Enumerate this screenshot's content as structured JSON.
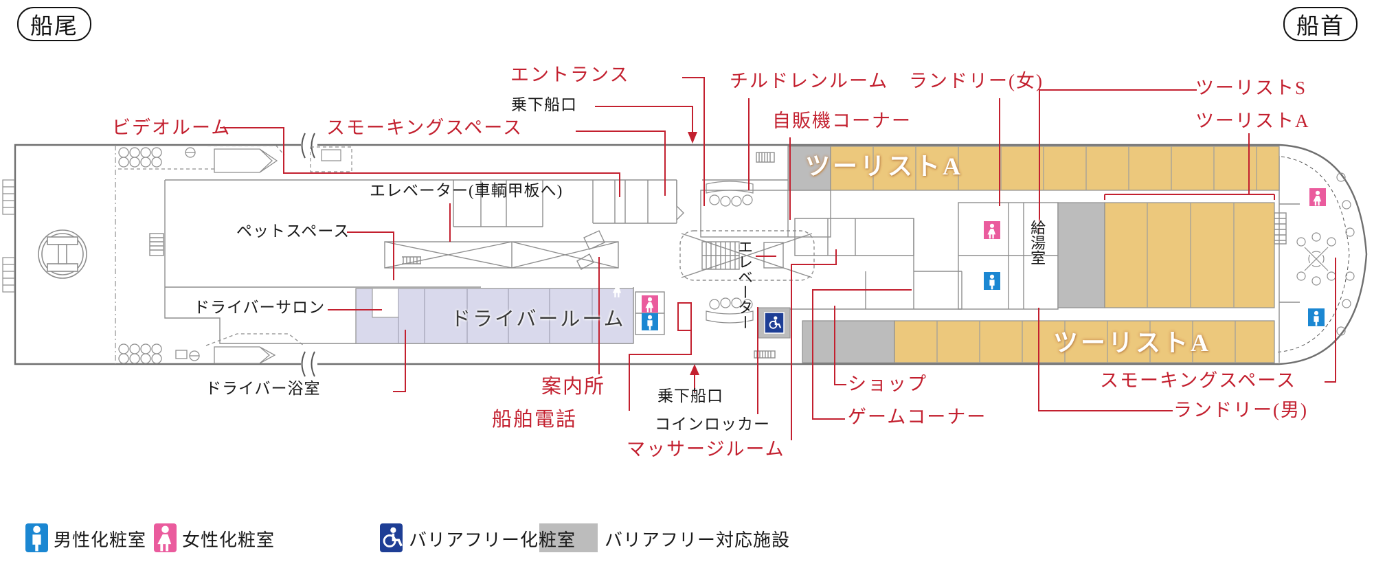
{
  "orientation": {
    "stern": "船尾",
    "bow": "船首"
  },
  "rooms": {
    "video_room": "ビデオルーム",
    "smoking_space_top": "スモーキングスペース",
    "entrance": "エントランス",
    "boarding_gate_top": "乗下船口",
    "elevator_vehicle_deck": "エレベーター(車輌甲板へ)",
    "pet_space": "ペットスペース",
    "driver_salon": "ドライバーサロン",
    "driver_room": "ドライバールーム",
    "driver_bath": "ドライバー浴室",
    "children_room": "チルドレンルーム",
    "vending_corner": "自販機コーナー",
    "laundry_women": "ランドリー(女)",
    "tourist_s": "ツーリストS",
    "tourist_a": "ツーリストA",
    "tourist_a_band_top": "ツーリストA",
    "tourist_a_band_bottom": "ツーリストA",
    "information": "案内所",
    "ship_phone": "船舶電話",
    "boarding_gate_bottom": "乗下船口",
    "coin_locker": "コインロッカー",
    "massage_room": "マッサージルーム",
    "shop": "ショップ",
    "game_corner": "ゲームコーナー",
    "smoking_space_bow": "スモーキングスペース",
    "laundry_men": "ランドリー(男)",
    "elevator": "エレベーター",
    "hot_water_room": "給湯室"
  },
  "legend": [
    {
      "icon": "mens-restroom-icon",
      "label": "男性化粧室",
      "color": "#1b87d2"
    },
    {
      "icon": "womens-restroom-icon",
      "label": "女性化粧室",
      "color": "#ea5b9d"
    },
    {
      "icon": "barrier-free-restroom-icon",
      "label": "バリアフリー化粧室",
      "color": "#1e3e95"
    },
    {
      "icon": "barrier-free-area-swatch",
      "label": "バリアフリー対応施設",
      "color": "#bcbcbc"
    }
  ],
  "colors": {
    "label_red": "#c3202f",
    "cabin_yellow": "#ecc87c",
    "barrier_free_gray": "#bcbcbc",
    "driver_lavender": "#d9d9ec",
    "mens_blue": "#1b87d2",
    "womens_pink": "#ea5b9d",
    "accessible_navy": "#1e3e95"
  }
}
